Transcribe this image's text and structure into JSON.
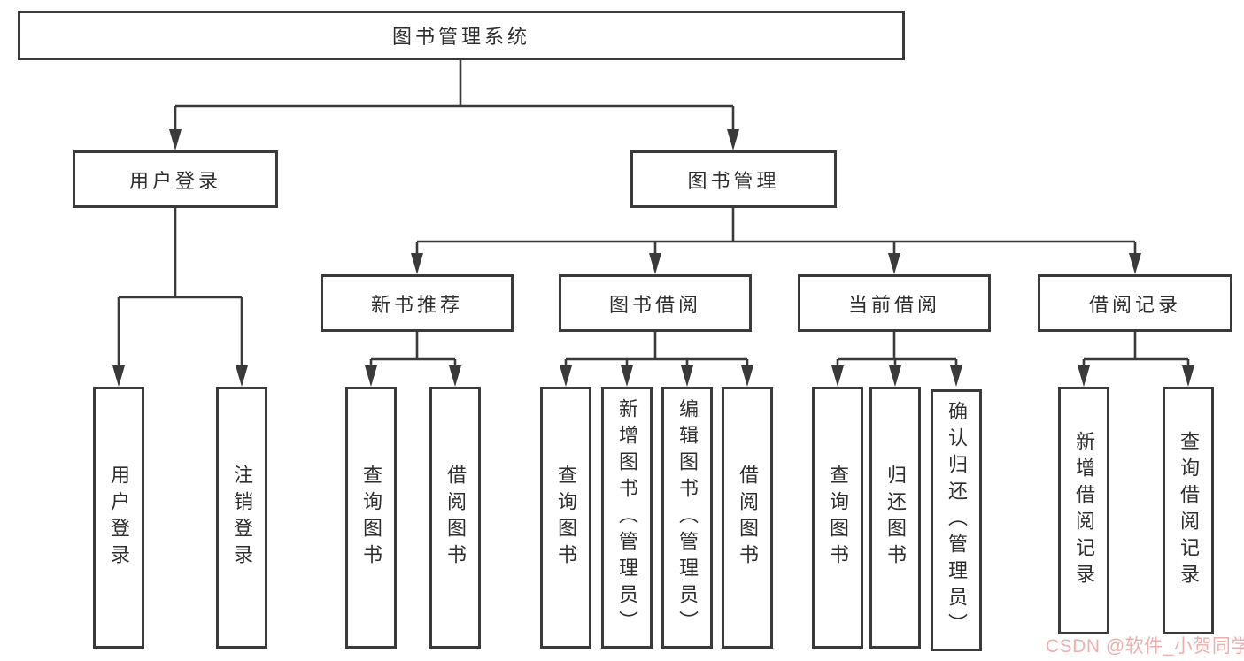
{
  "title": "图书管理系统",
  "colors": {
    "line": "#3a3a3a",
    "text": "#2e2e2e",
    "background": "#ffffff",
    "watermark": "#eeaeae"
  },
  "tree": {
    "root": {
      "label": "图书管理系统"
    },
    "branches": [
      {
        "label": "用户登录",
        "children": [
          "用户登录",
          "注销登录"
        ]
      },
      {
        "label": "图书管理",
        "children": [
          {
            "label": "新书推荐",
            "children": [
              "查询图书",
              "借阅图书"
            ]
          },
          {
            "label": "图书借阅",
            "children": [
              "查询图书",
              "新增图书（管理员）",
              "编辑图书（管理员）",
              "借阅图书"
            ]
          },
          {
            "label": "当前借阅",
            "children": [
              "查询图书",
              "归还图书",
              "确认归还（管理员）"
            ]
          },
          {
            "label": "借阅记录",
            "children": [
              "新增借阅记录",
              "查询借阅记录"
            ]
          }
        ]
      }
    ]
  },
  "watermark": "CSDN @软件_小贺同学"
}
